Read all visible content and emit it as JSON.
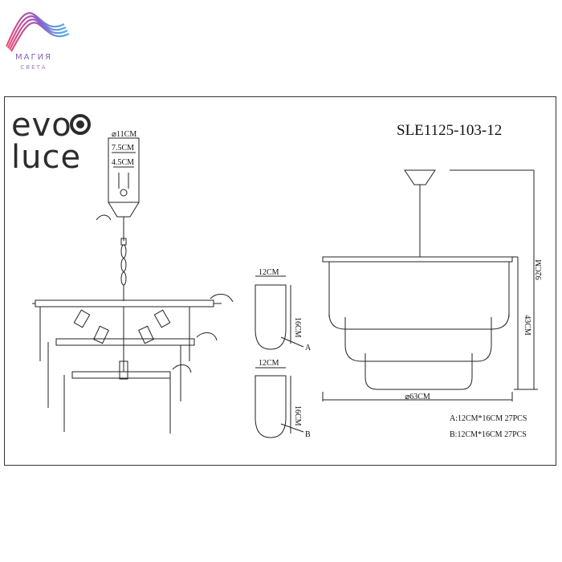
{
  "logo": {
    "title": "МАГИЯ",
    "subtitle": "СВЕТА"
  },
  "brand": {
    "line1": "evo",
    "line2": "luce"
  },
  "model": "SLE1125-103-12",
  "dims": {
    "canopy_diam": "⌀11CM",
    "canopy_mid": "7.5CM",
    "canopy_inner": "4.5CM",
    "pendant_a_width": "12CM",
    "pendant_a_height": "16CM",
    "pendant_a_tag": "A",
    "pendant_b_width": "12CM",
    "pendant_b_height": "16CM",
    "pendant_b_tag": "B",
    "total_height": "92CM",
    "body_height": "43CM",
    "diameter": "⌀63CM"
  },
  "specs": {
    "a": "A:12CM*16CM   27PCS",
    "b": "B:12CM*16CM   27PCS"
  },
  "colors": {
    "logo_gradient": [
      "#e94e77",
      "#8e5cc8",
      "#4fb6e8"
    ],
    "line": "#222222"
  }
}
